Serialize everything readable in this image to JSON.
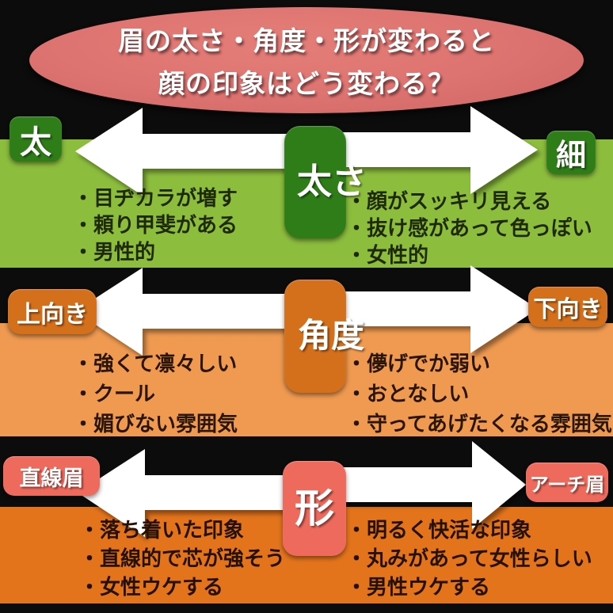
{
  "title": {
    "line1": "眉の太さ・角度・形が変わると",
    "line2": "顔の印象はどう変わる？"
  },
  "sections": [
    {
      "name": "thickness",
      "center_label": "太さ",
      "left_label": "太",
      "right_label": "細",
      "left_items": [
        "・目ヂカラが増す",
        "・頼り甲斐がある",
        "・男性的"
      ],
      "right_items": [
        "・顔がスッキリ見える",
        "・抜け感があって色っぽい",
        "・女性的"
      ]
    },
    {
      "name": "angle",
      "center_label": "角度",
      "left_label": "上向き",
      "right_label": "下向き",
      "left_items": [
        "・強くて凛々しい",
        "・クール",
        "・媚びない雰囲気"
      ],
      "right_items": [
        "・儚げでか弱い",
        "・おとなしい",
        "・守ってあげたくなる雰囲気"
      ]
    },
    {
      "name": "shape",
      "center_label": "形",
      "left_label": "直線眉",
      "right_label": "アーチ眉",
      "left_items": [
        "・落ち着いた印象",
        "・直線的で芯が強そう",
        "・女性ウケする"
      ],
      "right_items": [
        "・明るく快活な印象",
        "・丸みがあって女性らしい",
        "・男性ウケする"
      ]
    }
  ],
  "icons": {
    "left_arrow": "arrow-left",
    "right_arrow": "arrow-right"
  },
  "palette": {
    "background": "#0c0c0c",
    "title_fill": "#dd7370",
    "section1_band": "#8cbd3d",
    "section1_badge": "#2e7d18",
    "section2_band": "#ef9a50",
    "section2_badge": "#d4701c",
    "section3_band": "#e3741c",
    "section3_badge": "#ee6a5c",
    "arrow": "#ffffff",
    "title_text": "#ffffff",
    "bullet_text": "#1e1a04"
  }
}
